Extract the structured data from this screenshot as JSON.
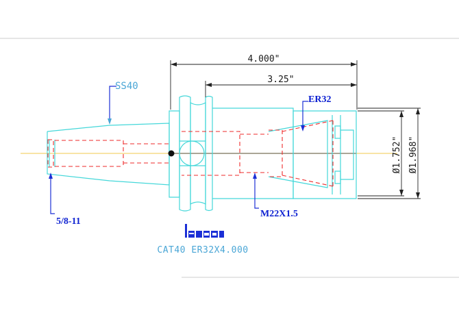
{
  "dimensions": {
    "overall_length": "4.000\"",
    "gauge_length": "3.25\"",
    "diameter_inner": "Ø1.752\"",
    "diameter_outer": "Ø1.968\""
  },
  "labels": {
    "collet_type": "ER32",
    "shank_taper": "SS40",
    "rear_thread": "5/8-11",
    "nut_thread": "M22X1.5"
  },
  "logo": {
    "text": "iscar"
  },
  "caption": "CAT40 ER32X4.000",
  "colors": {
    "outline": "#43d7d9",
    "hidden": "#ee2a2a",
    "leader": "#1b2fd6",
    "dimension": "#222222",
    "centerline": "#f2c94c"
  }
}
